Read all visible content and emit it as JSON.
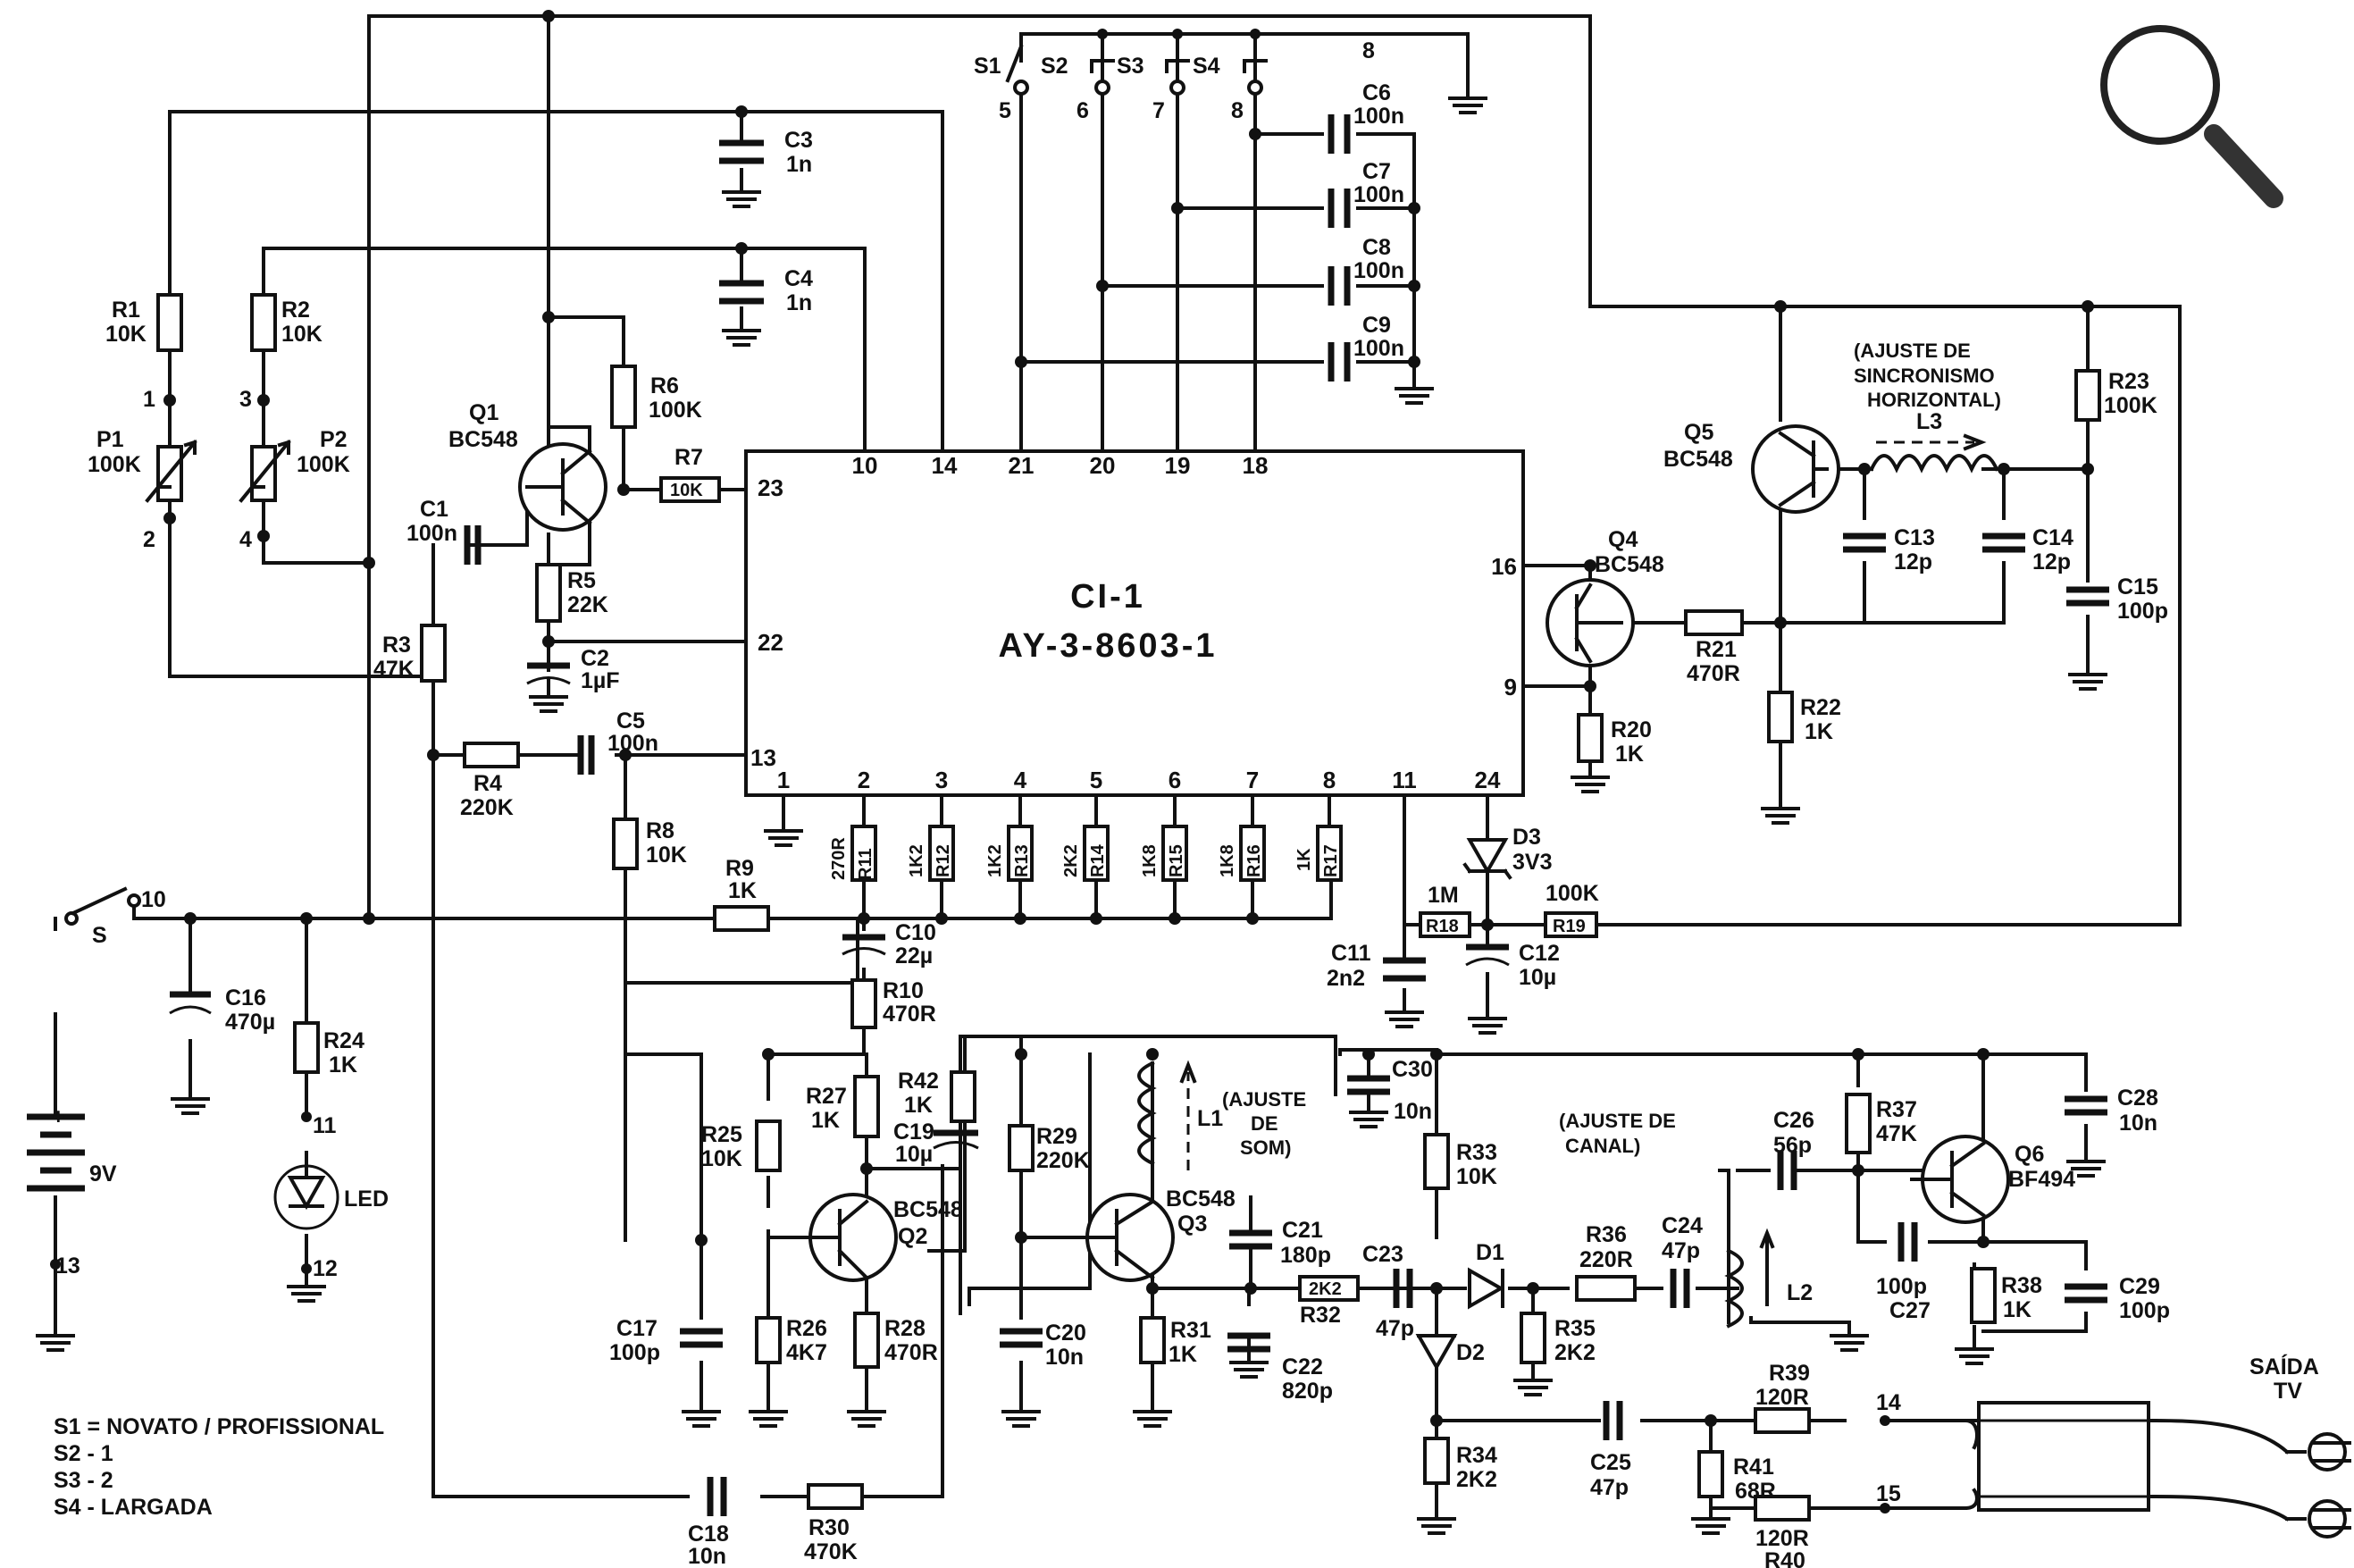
{
  "chip": {
    "ref": "CI-1",
    "part": "AY-3-8603-1"
  },
  "chip_pins": {
    "p10": "10",
    "p14": "14",
    "p21": "21",
    "p20": "20",
    "p19": "19",
    "p18": "18",
    "p23": "23",
    "p22": "22",
    "p13": "13",
    "p16": "16",
    "p9": "9",
    "p1": "1",
    "p2": "2",
    "p3": "3",
    "p4": "4",
    "p5": "5",
    "p6": "6",
    "p7": "7",
    "p8": "8",
    "p11": "11",
    "p24": "24"
  },
  "switches": {
    "s1": "S1",
    "s2": "S2",
    "s3": "S3",
    "s4": "S4",
    "n5": "5",
    "n6": "6",
    "n7": "7",
    "n8a": "8",
    "n8b": "8",
    "power": "S"
  },
  "labels": {
    "r1": "R1",
    "r1v": "10K",
    "r2": "R2",
    "r2v": "10K",
    "p1": "P1",
    "p1v": "100K",
    "p2": "P2",
    "p2v": "100K",
    "n1": "1",
    "n2": "2",
    "n3": "3",
    "n4": "4",
    "c3": "C3",
    "c3v": "1n",
    "c4": "C4",
    "c4v": "1n",
    "q1": "Q1",
    "q1t": "BC548",
    "r6": "R6",
    "r6v": "100K",
    "r7": "R7",
    "r7v": "10K",
    "c1": "C1",
    "c1v": "100n",
    "r5": "R5",
    "r5v": "22K",
    "c2": "C2",
    "c2v": "1µF",
    "r3": "R3",
    "r3v": "47K",
    "c5": "C5",
    "c5v": "100n",
    "r4": "R4",
    "r4v": "220K",
    "r8": "R8",
    "r8v": "10K",
    "r9": "R9",
    "r9v": "1K",
    "c6": "C6",
    "c6v": "100n",
    "c7": "C7",
    "c7v": "100n",
    "c8": "C8",
    "c8v": "100n",
    "c9": "C9",
    "c9v": "100n",
    "r11": "R11",
    "r11v": "270R",
    "r12": "R12",
    "r12v": "1K2",
    "r13": "R13",
    "r13v": "1K2",
    "r14": "R14",
    "r14v": "2K2",
    "r15": "R15",
    "r15v": "1K8",
    "r16": "R16",
    "r16v": "1K8",
    "r17": "R17",
    "r17v": "1K",
    "c10": "C10",
    "c10v": "22µ",
    "r10": "R10",
    "r10v": "470R",
    "n10": "10",
    "c16": "C16",
    "c16v": "470µ",
    "r24": "R24",
    "r24v": "1K",
    "n11": "11",
    "n12": "12",
    "n13": "13",
    "led": "LED",
    "batt": "9V",
    "plus": "+",
    "c11": "C11",
    "c11v": "2n2",
    "r18": "R18",
    "r18v": "1M",
    "c12": "C12",
    "c12v": "10µ",
    "d3": "D3",
    "d3v": "3V3",
    "r19": "R19",
    "r19v": "100K",
    "q4": "Q4",
    "q4t": "BC548",
    "r21": "R21",
    "r21v": "470R",
    "r20": "R20",
    "r20v": "1K",
    "q5": "Q5",
    "q5t": "BC548",
    "l3": "L3",
    "l3note1": "(AJUSTE DE",
    "l3note2": "SINCRONISMO",
    "l3note3": "HORIZONTAL)",
    "c13": "C13",
    "c13v": "12p",
    "c14": "C14",
    "c14v": "12p",
    "r23": "R23",
    "r23v": "100K",
    "c15": "C15",
    "c15v": "100p",
    "r22": "R22",
    "r22v": "1K",
    "r25": "R25",
    "r25v": "10K",
    "r27": "R27",
    "r27v": "1K",
    "r42": "R42",
    "r42v": "1K",
    "c19": "C19",
    "c19v": "10µ",
    "r29": "R29",
    "r29v": "220K",
    "l1": "L1",
    "l1note1": "(AJUSTE",
    "l1note2": "DE",
    "l1note3": "SOM)",
    "q2": "Q2",
    "q2t": "BC548",
    "q3": "Q3",
    "q3t": "BC548",
    "c21": "C21",
    "c21v": "180p",
    "c17": "C17",
    "c17v": "100p",
    "r26": "R26",
    "r26v": "4K7",
    "r28": "R28",
    "r28v": "470R",
    "c20": "C20",
    "c20v": "10n",
    "r31": "R31",
    "r31v": "1K",
    "r32": "R32",
    "r32v": "2K2",
    "c22": "C22",
    "c22v": "820p",
    "c18": "C18",
    "c18v": "10n",
    "r30": "R30",
    "r30v": "470K",
    "c30": "C30",
    "c30v": "10n",
    "r33": "R33",
    "r33v": "10K",
    "c23": "C23",
    "c23v": "47p",
    "d1": "D1",
    "d2": "D2",
    "r35": "R35",
    "r35v": "2K2",
    "r36": "R36",
    "r36v": "220R",
    "c24": "C24",
    "c24v": "47p",
    "l2": "L2",
    "l2note1": "(AJUSTE DE",
    "l2note2": "CANAL)",
    "c26": "C26",
    "c26v": "56p",
    "r37": "R37",
    "r37v": "47K",
    "q6": "Q6",
    "q6t": "BF494",
    "c28": "C28",
    "c28v": "10n",
    "c27": "C27",
    "c27v": "100p",
    "r38": "R38",
    "r38v": "1K",
    "c29": "C29",
    "c29v": "100p",
    "r34": "R34",
    "r34v": "2K2",
    "c25": "C25",
    "c25v": "47p",
    "r39": "R39",
    "r39v": "120R",
    "r41": "R41",
    "r41v": "68R",
    "r40": "R40",
    "r40v": "120R",
    "n14": "14",
    "n15": "15",
    "saida1": "SAÍDA",
    "saida2": "TV"
  },
  "legend": [
    "S1 = NOVATO / PROFISSIONAL",
    "S2 - 1",
    "S3 - 2",
    "S4 - LARGADA"
  ],
  "icons": {
    "zoom": "magnifier-icon"
  }
}
